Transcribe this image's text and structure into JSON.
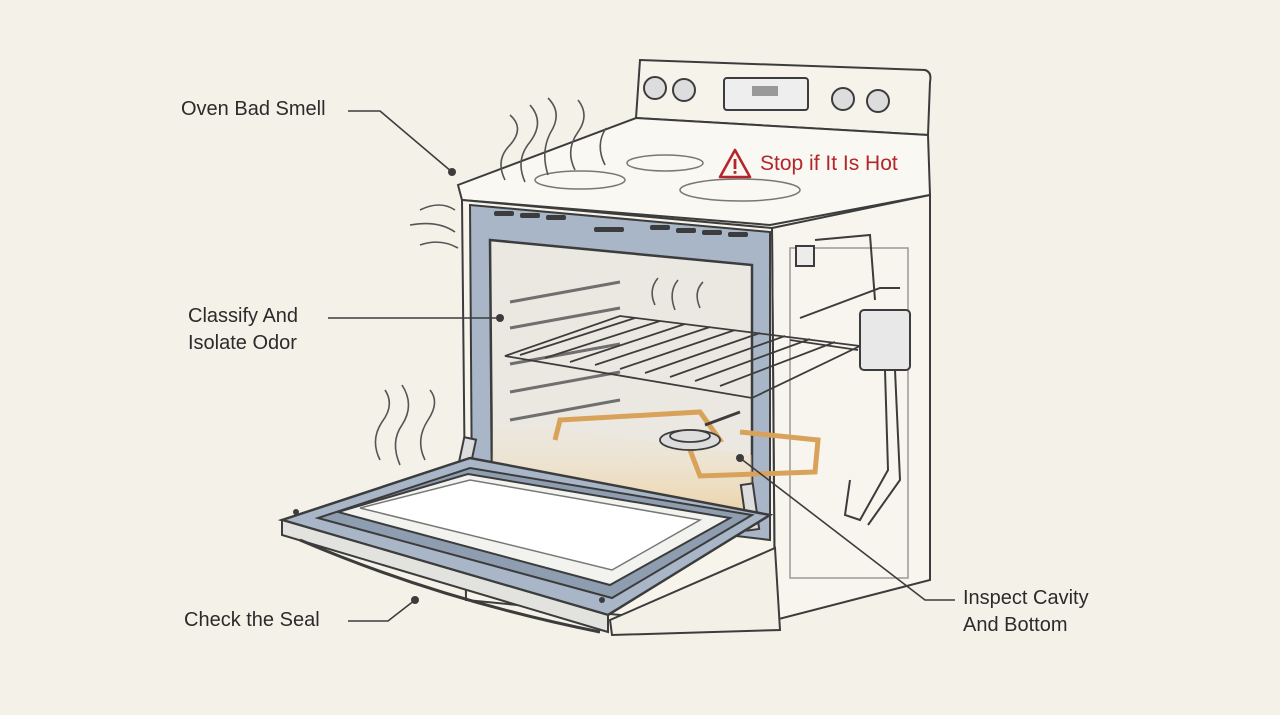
{
  "callouts": {
    "smell": "Oven Bad Smell",
    "classify": [
      "Classify And",
      "Isolate Odor"
    ],
    "seal": "Check the Seal",
    "inspect": [
      "Inspect Cavity",
      "And Bottom"
    ]
  },
  "warning": {
    "text": "Stop if It Is Hot",
    "icon": "warning-triangle-icon"
  },
  "colors": {
    "background": "#f4f1e8",
    "line": "#3c3c3c",
    "warning": "#b3262b",
    "seal": "#8c9bb0",
    "heating_element": "#d9a25a"
  }
}
